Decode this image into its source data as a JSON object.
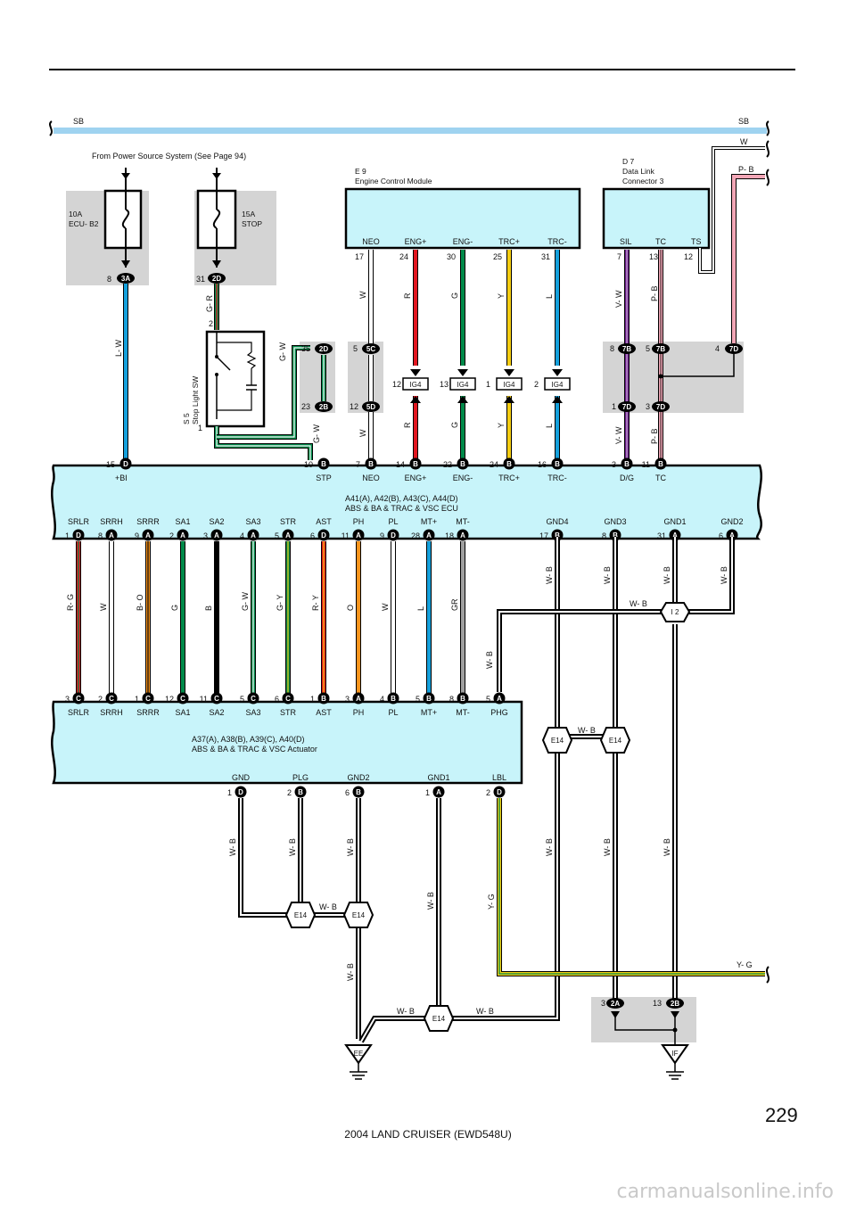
{
  "page": {
    "number": "229",
    "footer": "2004 LAND CRUISER (EWD548U)",
    "watermark": "carmanualsonline.info"
  },
  "bus": {
    "left_label": "SB",
    "right_label": "SB"
  },
  "power_source_note": "From Power Source System (See Page 94)",
  "fuses": [
    {
      "amp": "10A",
      "name": "ECU- B2",
      "pin": "8",
      "connector": "3A",
      "wire": "L- W"
    },
    {
      "amp": "15A",
      "name": "STOP",
      "pin": "31",
      "connector": "2D",
      "wire": "G- R"
    }
  ],
  "stop_light_switch": {
    "id": "S 5",
    "name": "Stop Light SW",
    "pin_top": "2",
    "pin_bottom": "1",
    "wire_out": "G- W"
  },
  "engine_ecu": {
    "id": "E 9",
    "name": "Engine Control Module",
    "terminals": [
      {
        "name": "NEO",
        "pin": "17",
        "wire": "W",
        "color": "#ffffff"
      },
      {
        "name": "ENG+",
        "pin": "24",
        "wire": "R",
        "color": "#e0161f"
      },
      {
        "name": "ENG-",
        "pin": "30",
        "wire": "G",
        "color": "#008a4a"
      },
      {
        "name": "TRC+",
        "pin": "25",
        "wire": "Y",
        "color": "#f4cd11"
      },
      {
        "name": "TRC-",
        "pin": "31",
        "wire": "L",
        "color": "#14a0dc"
      }
    ]
  },
  "dlc": {
    "id": "D 7",
    "name": "Data Link",
    "name2": "Connector 3",
    "terminals": [
      {
        "name": "SIL",
        "pin": "7",
        "wire": "V- W"
      },
      {
        "name": "TC",
        "pin": "13",
        "wire": "P- B"
      },
      {
        "name": "TS",
        "pin": "12"
      }
    ],
    "wire_w": "W",
    "wire_pb": "P- B"
  },
  "junction_connectors": {
    "c2d_pin": "35",
    "c2d": "2D",
    "c2b_pin": "23",
    "c2b": "2B",
    "c5c_pin": "5",
    "c5c": "5C",
    "c5d_pin": "12",
    "c5d": "5D",
    "ig4": [
      {
        "pin": "12",
        "label": "IG4"
      },
      {
        "pin": "13",
        "label": "IG4"
      },
      {
        "pin": "1",
        "label": "IG4"
      },
      {
        "pin": "2",
        "label": "IG4"
      }
    ],
    "c7b_1_pin": "8",
    "c7b_1": "7B",
    "c7b_2_pin": "5",
    "c7b_2": "7B",
    "c7d_top_pin": "4",
    "c7d_top": "7D",
    "c7d_1_pin": "1",
    "c7d_1": "7D",
    "c7d_2_pin": "3",
    "c7d_2": "7D"
  },
  "abs_ecu": {
    "title1": "A41(A), A42(B), A43(C), A44(D)",
    "title2": "ABS & BA & TRAC & VSC ECU",
    "top_terminals": [
      {
        "pin": "15",
        "conn": "D",
        "name": "+BI"
      },
      {
        "pin": "10",
        "conn": "B",
        "name": "STP"
      },
      {
        "pin": "7",
        "conn": "B",
        "name": "NEO"
      },
      {
        "pin": "14",
        "conn": "B",
        "name": "ENG+"
      },
      {
        "pin": "22",
        "conn": "B",
        "name": "ENG-"
      },
      {
        "pin": "24",
        "conn": "B",
        "name": "TRC+"
      },
      {
        "pin": "16",
        "conn": "B",
        "name": "TRC-"
      },
      {
        "pin": "3",
        "conn": "B",
        "name": "D/G"
      },
      {
        "pin": "11",
        "conn": "B",
        "name": "TC"
      }
    ],
    "bottom_terminals": [
      {
        "pin": "1",
        "conn": "D",
        "name": "SRLR",
        "wire": "R- G"
      },
      {
        "pin": "8",
        "conn": "A",
        "name": "SRRH",
        "wire": "W"
      },
      {
        "pin": "9",
        "conn": "A",
        "name": "SRRR",
        "wire": "B- O"
      },
      {
        "pin": "2",
        "conn": "A",
        "name": "SA1",
        "wire": "G"
      },
      {
        "pin": "3",
        "conn": "A",
        "name": "SA2",
        "wire": "B"
      },
      {
        "pin": "4",
        "conn": "A",
        "name": "SA3",
        "wire": "G- W"
      },
      {
        "pin": "5",
        "conn": "A",
        "name": "STR",
        "wire": "G- Y"
      },
      {
        "pin": "6",
        "conn": "D",
        "name": "AST",
        "wire": "R- Y"
      },
      {
        "pin": "11",
        "conn": "A",
        "name": "PH",
        "wire": "O"
      },
      {
        "pin": "9",
        "conn": "D",
        "name": "PL",
        "wire": "W"
      },
      {
        "pin": "28",
        "conn": "A",
        "name": "MT+",
        "wire": "L"
      },
      {
        "pin": "18",
        "conn": "A",
        "name": "MT-",
        "wire": "GR"
      },
      {
        "pin": "17",
        "conn": "B",
        "name": "GND4",
        "wire": "W- B"
      },
      {
        "pin": "8",
        "conn": "B",
        "name": "GND3",
        "wire": "W- B"
      },
      {
        "pin": "31",
        "conn": "A",
        "name": "GND1",
        "wire": "W- B"
      },
      {
        "pin": "6",
        "conn": "A",
        "name": "GND2",
        "wire": "W- B"
      }
    ]
  },
  "actuator": {
    "title1": "A37(A), A38(B), A39(C), A40(D)",
    "title2": "ABS & BA & TRAC & VSC Actuator",
    "top_terminals": [
      {
        "pin": "3",
        "conn": "C",
        "name": "SRLR"
      },
      {
        "pin": "2",
        "conn": "C",
        "name": "SRRH"
      },
      {
        "pin": "1",
        "conn": "C",
        "name": "SRRR"
      },
      {
        "pin": "12",
        "conn": "C",
        "name": "SA1"
      },
      {
        "pin": "11",
        "conn": "C",
        "name": "SA2"
      },
      {
        "pin": "5",
        "conn": "C",
        "name": "SA3"
      },
      {
        "pin": "6",
        "conn": "C",
        "name": "STR"
      },
      {
        "pin": "1",
        "conn": "B",
        "name": "AST"
      },
      {
        "pin": "3",
        "conn": "A",
        "name": "PH"
      },
      {
        "pin": "4",
        "conn": "B",
        "name": "PL"
      },
      {
        "pin": "5",
        "conn": "B",
        "name": "MT+"
      },
      {
        "pin": "8",
        "conn": "B",
        "name": "MT-"
      },
      {
        "pin": "5",
        "conn": "A",
        "name": "PHG"
      }
    ],
    "bottom_terminals": [
      {
        "pin": "1",
        "conn": "D",
        "name": "GND",
        "wire": "W- B"
      },
      {
        "pin": "2",
        "conn": "B",
        "name": "PLG",
        "wire": "W- B"
      },
      {
        "pin": "6",
        "conn": "B",
        "name": "GND2",
        "wire": "W- B"
      },
      {
        "pin": "1",
        "conn": "A",
        "name": "GND1",
        "wire": "W- B"
      },
      {
        "pin": "2",
        "conn": "D",
        "name": "LBL",
        "wire": "Y- G"
      }
    ],
    "phg_wire": "W- B"
  },
  "splices": {
    "i2": "I 2",
    "e14": "E14",
    "wire_wb": "W- B",
    "wire_yg": "Y- G"
  },
  "grounds": {
    "ee": "EE",
    "if": "IF",
    "c2a_pin": "3",
    "c2a": "2A",
    "c2b_pin": "13",
    "c2b": "2B"
  },
  "colors": {
    "ecu_fill": "#c8f4fa",
    "gray_box": "#d4d4d4",
    "bus_sb": "#9fd3f0",
    "red": "#e0161f",
    "green": "#008a4a",
    "yellow": "#f4cd11",
    "blue": "#14a0dc",
    "violet": "#6a1b8a",
    "pink": "#f2a6b6",
    "orange": "#f7941d",
    "gray": "#a0a0a0",
    "black": "#000000"
  }
}
